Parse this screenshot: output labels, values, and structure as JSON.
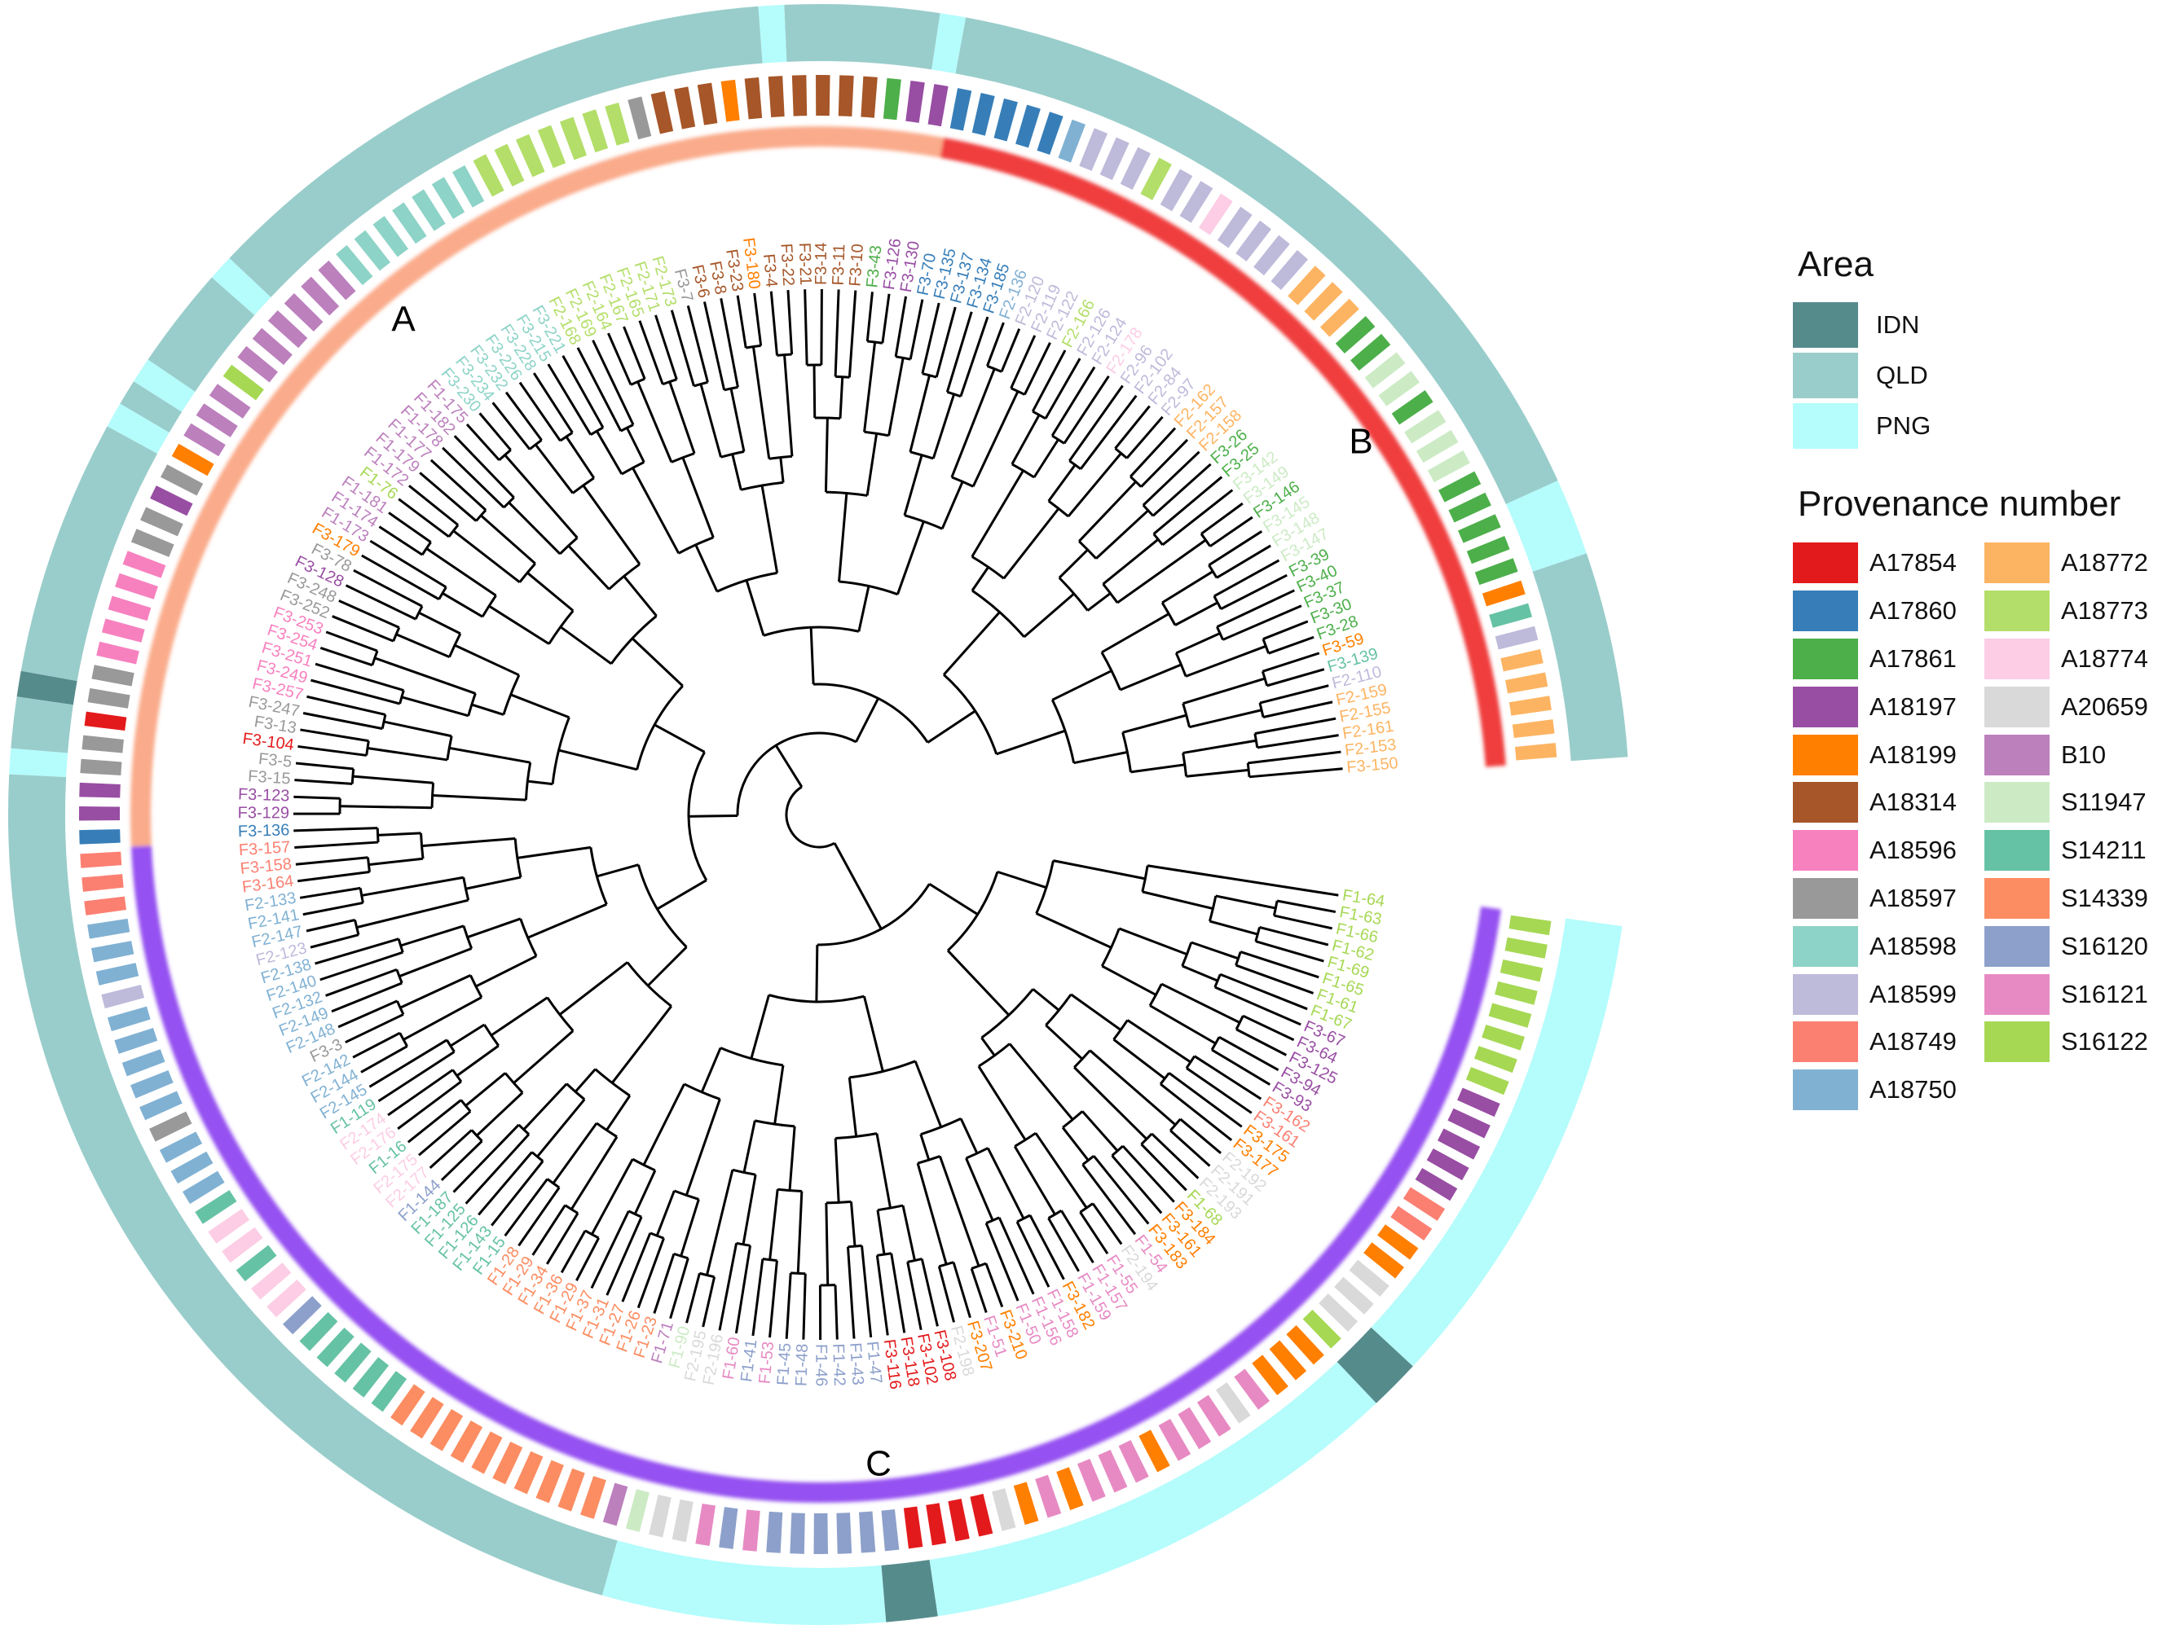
{
  "chart_data": {
    "type": "circular-dendrogram",
    "clades": [
      {
        "name": "A",
        "color": "#f9a27e"
      },
      {
        "name": "B",
        "color": "#ee2a2a"
      },
      {
        "name": "C",
        "color": "#8a3df0"
      }
    ],
    "leaves": [
      {
        "label": "F3-150",
        "prov": "A18772",
        "area": "QLD"
      },
      {
        "label": "F2-153",
        "prov": "A18772",
        "area": "QLD"
      },
      {
        "label": "F2-161",
        "prov": "A18772",
        "area": "QLD"
      },
      {
        "label": "F2-155",
        "prov": "A18772",
        "area": "QLD"
      },
      {
        "label": "F2-159",
        "prov": "A18772",
        "area": "QLD"
      },
      {
        "label": "F2-110",
        "prov": "A18599",
        "area": "QLD"
      },
      {
        "label": "F3-139",
        "prov": "S14211",
        "area": "QLD"
      },
      {
        "label": "F3-59",
        "prov": "A18199",
        "area": "QLD"
      },
      {
        "label": "F3-28",
        "prov": "A17861",
        "area": "PNG"
      },
      {
        "label": "F3-30",
        "prov": "A17861",
        "area": "PNG"
      },
      {
        "label": "F3-37",
        "prov": "A17861",
        "area": "PNG"
      },
      {
        "label": "F3-40",
        "prov": "A17861",
        "area": "QLD"
      },
      {
        "label": "F3-39",
        "prov": "A17861",
        "area": "QLD"
      },
      {
        "label": "F3-147",
        "prov": "S11947",
        "area": "QLD"
      },
      {
        "label": "F3-148",
        "prov": "S11947",
        "area": "QLD"
      },
      {
        "label": "F3-145",
        "prov": "S11947",
        "area": "QLD"
      },
      {
        "label": "F3-146",
        "prov": "A17861",
        "area": "QLD"
      },
      {
        "label": "F3-149",
        "prov": "S11947",
        "area": "QLD"
      },
      {
        "label": "F3-142",
        "prov": "S11947",
        "area": "QLD"
      },
      {
        "label": "F3-25",
        "prov": "A17861",
        "area": "QLD"
      },
      {
        "label": "F3-26",
        "prov": "A17861",
        "area": "QLD"
      },
      {
        "label": "F2-158",
        "prov": "A18772",
        "area": "QLD"
      },
      {
        "label": "F2-157",
        "prov": "A18772",
        "area": "QLD"
      },
      {
        "label": "F2-162",
        "prov": "A18772",
        "area": "QLD"
      },
      {
        "label": "F2-97",
        "prov": "A18599",
        "area": "QLD"
      },
      {
        "label": "F2-84",
        "prov": "A18599",
        "area": "QLD"
      },
      {
        "label": "F2-102",
        "prov": "A18599",
        "area": "QLD"
      },
      {
        "label": "F2-96",
        "prov": "A18599",
        "area": "QLD"
      },
      {
        "label": "F2-178",
        "prov": "A18774",
        "area": "QLD"
      },
      {
        "label": "F2-124",
        "prov": "A18599",
        "area": "QLD"
      },
      {
        "label": "F2-126",
        "prov": "A18599",
        "area": "QLD"
      },
      {
        "label": "F2-166",
        "prov": "A18773",
        "area": "QLD"
      },
      {
        "label": "F2-122",
        "prov": "A18599",
        "area": "QLD"
      },
      {
        "label": "F2-119",
        "prov": "A18599",
        "area": "QLD"
      },
      {
        "label": "F2-120",
        "prov": "A18599",
        "area": "QLD"
      },
      {
        "label": "F2-136",
        "prov": "A18750",
        "area": "QLD"
      },
      {
        "label": "F3-185",
        "prov": "A17860",
        "area": "QLD"
      },
      {
        "label": "F3-134",
        "prov": "A17860",
        "area": "QLD"
      },
      {
        "label": "F3-137",
        "prov": "A17860",
        "area": "QLD"
      },
      {
        "label": "F3-135",
        "prov": "A17860",
        "area": "QLD"
      },
      {
        "label": "F3-70",
        "prov": "A17860",
        "area": "QLD"
      },
      {
        "label": "F3-130",
        "prov": "A18197",
        "area": "PNG"
      },
      {
        "label": "F3-126",
        "prov": "A18197",
        "area": "QLD"
      },
      {
        "label": "F3-43",
        "prov": "A17861",
        "area": "QLD"
      },
      {
        "label": "F3-10",
        "prov": "A18314",
        "area": "QLD"
      },
      {
        "label": "F3-11",
        "prov": "A18314",
        "area": "QLD"
      },
      {
        "label": "F3-14",
        "prov": "A18314",
        "area": "QLD"
      },
      {
        "label": "F3-21",
        "prov": "A18314",
        "area": "QLD"
      },
      {
        "label": "F3-22",
        "prov": "A18314",
        "area": "PNG"
      },
      {
        "label": "F3-4",
        "prov": "A18314",
        "area": "QLD"
      },
      {
        "label": "F3-180",
        "prov": "A18199",
        "area": "QLD"
      },
      {
        "label": "F3-23",
        "prov": "A18314",
        "area": "QLD"
      },
      {
        "label": "F3-8",
        "prov": "A18314",
        "area": "QLD"
      },
      {
        "label": "F3-6",
        "prov": "A18314",
        "area": "QLD"
      },
      {
        "label": "F3-7",
        "prov": "A18597",
        "area": "QLD"
      },
      {
        "label": "F2-173",
        "prov": "A18773",
        "area": "QLD"
      },
      {
        "label": "F2-171",
        "prov": "A18773",
        "area": "QLD"
      },
      {
        "label": "F2-165",
        "prov": "A18773",
        "area": "QLD"
      },
      {
        "label": "F2-167",
        "prov": "A18773",
        "area": "QLD"
      },
      {
        "label": "F2-164",
        "prov": "A18773",
        "area": "QLD"
      },
      {
        "label": "F2-169",
        "prov": "A18773",
        "area": "QLD"
      },
      {
        "label": "F2-168",
        "prov": "A18773",
        "area": "QLD"
      },
      {
        "label": "F3-221",
        "prov": "A18598",
        "area": "QLD"
      },
      {
        "label": "F3-215",
        "prov": "A18598",
        "area": "QLD"
      },
      {
        "label": "F3-228",
        "prov": "A18598",
        "area": "QLD"
      },
      {
        "label": "F3-226",
        "prov": "A18598",
        "area": "QLD"
      },
      {
        "label": "F3-232",
        "prov": "A18598",
        "area": "QLD"
      },
      {
        "label": "F3-234",
        "prov": "A18598",
        "area": "QLD"
      },
      {
        "label": "F3-230",
        "prov": "A18598",
        "area": "QLD"
      },
      {
        "label": "F1-175",
        "prov": "B10",
        "area": "QLD"
      },
      {
        "label": "F1-182",
        "prov": "B10",
        "area": "QLD"
      },
      {
        "label": "F1-178",
        "prov": "B10",
        "area": "QLD"
      },
      {
        "label": "F1-177",
        "prov": "B10",
        "area": "PNG"
      },
      {
        "label": "F1-179",
        "prov": "B10",
        "area": "QLD"
      },
      {
        "label": "F1-172",
        "prov": "B10",
        "area": "QLD"
      },
      {
        "label": "F1-76",
        "prov": "S16122",
        "area": "QLD"
      },
      {
        "label": "F1-181",
        "prov": "B10",
        "area": "QLD"
      },
      {
        "label": "F1-174",
        "prov": "B10",
        "area": "PNG"
      },
      {
        "label": "F1-173",
        "prov": "B10",
        "area": "QLD"
      },
      {
        "label": "F3-179",
        "prov": "A18199",
        "area": "PNG"
      },
      {
        "label": "F3-78",
        "prov": "A18597",
        "area": "QLD"
      },
      {
        "label": "F3-128",
        "prov": "A18197",
        "area": "QLD"
      },
      {
        "label": "F3-248",
        "prov": "A18597",
        "area": "QLD"
      },
      {
        "label": "F3-252",
        "prov": "A18597",
        "area": "QLD"
      },
      {
        "label": "F3-253",
        "prov": "A18596",
        "area": "QLD"
      },
      {
        "label": "F3-254",
        "prov": "A18596",
        "area": "QLD"
      },
      {
        "label": "F3-251",
        "prov": "A18596",
        "area": "QLD"
      },
      {
        "label": "F3-249",
        "prov": "A18596",
        "area": "QLD"
      },
      {
        "label": "F3-257",
        "prov": "A18596",
        "area": "QLD"
      },
      {
        "label": "F3-247",
        "prov": "A18597",
        "area": "QLD"
      },
      {
        "label": "F3-13",
        "prov": "A18597",
        "area": "IDN"
      },
      {
        "label": "F3-104",
        "prov": "A17854",
        "area": "QLD"
      },
      {
        "label": "F3-5",
        "prov": "A18597",
        "area": "QLD"
      },
      {
        "label": "F3-15",
        "prov": "A18597",
        "area": "PNG"
      },
      {
        "label": "F3-123",
        "prov": "A18197",
        "area": "QLD"
      },
      {
        "label": "F3-129",
        "prov": "A18197",
        "area": "QLD"
      },
      {
        "label": "F3-136",
        "prov": "A17860",
        "area": "QLD"
      },
      {
        "label": "F3-157",
        "prov": "A18749",
        "area": "QLD"
      },
      {
        "label": "F3-158",
        "prov": "A18749",
        "area": "QLD"
      },
      {
        "label": "F3-164",
        "prov": "A18749",
        "area": "QLD"
      },
      {
        "label": "F2-133",
        "prov": "A18750",
        "area": "QLD"
      },
      {
        "label": "F2-141",
        "prov": "A18750",
        "area": "QLD"
      },
      {
        "label": "F2-147",
        "prov": "A18750",
        "area": "QLD"
      },
      {
        "label": "F2-123",
        "prov": "A18599",
        "area": "QLD"
      },
      {
        "label": "F2-138",
        "prov": "A18750",
        "area": "QLD"
      },
      {
        "label": "F2-140",
        "prov": "A18750",
        "area": "QLD"
      },
      {
        "label": "F2-132",
        "prov": "A18750",
        "area": "QLD"
      },
      {
        "label": "F2-149",
        "prov": "A18750",
        "area": "QLD"
      },
      {
        "label": "F2-148",
        "prov": "A18750",
        "area": "QLD"
      },
      {
        "label": "F3-3",
        "prov": "A18597",
        "area": "QLD"
      },
      {
        "label": "F2-142",
        "prov": "A18750",
        "area": "QLD"
      },
      {
        "label": "F2-144",
        "prov": "A18750",
        "area": "QLD"
      },
      {
        "label": "F2-145",
        "prov": "A18750",
        "area": "QLD"
      },
      {
        "label": "F1-119",
        "prov": "S14211",
        "area": "QLD"
      },
      {
        "label": "F2-174",
        "prov": "A18774",
        "area": "QLD"
      },
      {
        "label": "F2-176",
        "prov": "A18774",
        "area": "QLD"
      },
      {
        "label": "F1-16",
        "prov": "S14211",
        "area": "QLD"
      },
      {
        "label": "F2-175",
        "prov": "A18774",
        "area": "QLD"
      },
      {
        "label": "F2-177",
        "prov": "A18774",
        "area": "QLD"
      },
      {
        "label": "F1-144",
        "prov": "S16120",
        "area": "QLD"
      },
      {
        "label": "F1-187",
        "prov": "S14211",
        "area": "QLD"
      },
      {
        "label": "F1-125",
        "prov": "S14211",
        "area": "QLD"
      },
      {
        "label": "F1-126",
        "prov": "S14211",
        "area": "QLD"
      },
      {
        "label": "F1-143",
        "prov": "S14211",
        "area": "QLD"
      },
      {
        "label": "F1-15",
        "prov": "S14211",
        "area": "QLD"
      },
      {
        "label": "F1-28",
        "prov": "S14339",
        "area": "QLD"
      },
      {
        "label": "F1-29",
        "prov": "S14339",
        "area": "QLD"
      },
      {
        "label": "F1-34",
        "prov": "S14339",
        "area": "QLD"
      },
      {
        "label": "F1-36",
        "prov": "S14339",
        "area": "QLD"
      },
      {
        "label": "F1-29",
        "prov": "S14339",
        "area": "QLD"
      },
      {
        "label": "F1-37",
        "prov": "S14339",
        "area": "QLD"
      },
      {
        "label": "F1-31",
        "prov": "S14339",
        "area": "QLD"
      },
      {
        "label": "F1-27",
        "prov": "S14339",
        "area": "QLD"
      },
      {
        "label": "F1-26",
        "prov": "S14339",
        "area": "QLD"
      },
      {
        "label": "F1-23",
        "prov": "S14339",
        "area": "QLD"
      },
      {
        "label": "F1-71",
        "prov": "B10",
        "area": "QLD"
      },
      {
        "label": "F1-90",
        "prov": "S11947",
        "area": "PNG"
      },
      {
        "label": "F2-195",
        "prov": "A20659",
        "area": "PNG"
      },
      {
        "label": "F2-196",
        "prov": "A20659",
        "area": "PNG"
      },
      {
        "label": "F1-60",
        "prov": "S16121",
        "area": "PNG"
      },
      {
        "label": "F1-41",
        "prov": "S16120",
        "area": "PNG"
      },
      {
        "label": "F1-53",
        "prov": "S16121",
        "area": "PNG"
      },
      {
        "label": "F1-45",
        "prov": "S16120",
        "area": "PNG"
      },
      {
        "label": "F1-48",
        "prov": "S16120",
        "area": "PNG"
      },
      {
        "label": "F1-46",
        "prov": "S16120",
        "area": "PNG"
      },
      {
        "label": "F1-42",
        "prov": "S16120",
        "area": "PNG"
      },
      {
        "label": "F1-43",
        "prov": "S16120",
        "area": "PNG"
      },
      {
        "label": "F1-47",
        "prov": "S16120",
        "area": "IDN"
      },
      {
        "label": "F3-116",
        "prov": "A17854",
        "area": "IDN"
      },
      {
        "label": "F3-118",
        "prov": "A17854",
        "area": "PNG"
      },
      {
        "label": "F3-102",
        "prov": "A17854",
        "area": "PNG"
      },
      {
        "label": "F3-108",
        "prov": "A17854",
        "area": "PNG"
      },
      {
        "label": "F2-198",
        "prov": "A20659",
        "area": "PNG"
      },
      {
        "label": "F3-207",
        "prov": "A18199",
        "area": "PNG"
      },
      {
        "label": "F1-51",
        "prov": "S16121",
        "area": "PNG"
      },
      {
        "label": "F3-210",
        "prov": "A18199",
        "area": "PNG"
      },
      {
        "label": "F1-50",
        "prov": "S16121",
        "area": "PNG"
      },
      {
        "label": "F1-156",
        "prov": "S16121",
        "area": "PNG"
      },
      {
        "label": "F1-158",
        "prov": "S16121",
        "area": "PNG"
      },
      {
        "label": "F3-182",
        "prov": "A18199",
        "area": "PNG"
      },
      {
        "label": "F1-159",
        "prov": "S16121",
        "area": "PNG"
      },
      {
        "label": "F1-157",
        "prov": "S16121",
        "area": "PNG"
      },
      {
        "label": "F1-55",
        "prov": "S16121",
        "area": "PNG"
      },
      {
        "label": "F2-194",
        "prov": "A20659",
        "area": "PNG"
      },
      {
        "label": "F1-54",
        "prov": "S16121",
        "area": "PNG"
      },
      {
        "label": "F3-183",
        "prov": "A18199",
        "area": "PNG"
      },
      {
        "label": "F3-161",
        "prov": "A18199",
        "area": "PNG"
      },
      {
        "label": "F3-184",
        "prov": "A18199",
        "area": "PNG"
      },
      {
        "label": "F1-68",
        "prov": "S16122",
        "area": "IDN"
      },
      {
        "label": "F2-193",
        "prov": "A20659",
        "area": "IDN"
      },
      {
        "label": "F2-191",
        "prov": "A20659",
        "area": "PNG"
      },
      {
        "label": "F2-192",
        "prov": "A20659",
        "area": "PNG"
      },
      {
        "label": "F3-177",
        "prov": "A18199",
        "area": "PNG"
      },
      {
        "label": "F3-175",
        "prov": "A18199",
        "area": "PNG"
      },
      {
        "label": "F3-161",
        "prov": "A18749",
        "area": "PNG"
      },
      {
        "label": "F3-162",
        "prov": "A18749",
        "area": "PNG"
      },
      {
        "label": "F3-93",
        "prov": "A18197",
        "area": "PNG"
      },
      {
        "label": "F3-94",
        "prov": "A18197",
        "area": "PNG"
      },
      {
        "label": "F3-125",
        "prov": "A18197",
        "area": "PNG"
      },
      {
        "label": "F3-64",
        "prov": "A18197",
        "area": "PNG"
      },
      {
        "label": "F3-67",
        "prov": "A18197",
        "area": "PNG"
      },
      {
        "label": "F1-67",
        "prov": "S16122",
        "area": "PNG"
      },
      {
        "label": "F1-61",
        "prov": "S16122",
        "area": "PNG"
      },
      {
        "label": "F1-65",
        "prov": "S16122",
        "area": "PNG"
      },
      {
        "label": "F1-69",
        "prov": "S16122",
        "area": "PNG"
      },
      {
        "label": "F1-62",
        "prov": "S16122",
        "area": "PNG"
      },
      {
        "label": "F1-66",
        "prov": "S16122",
        "area": "PNG"
      },
      {
        "label": "F1-63",
        "prov": "S16122",
        "area": "PNG"
      },
      {
        "label": "F1-64",
        "prov": "S16122",
        "area": "PNG"
      }
    ]
  },
  "legend": {
    "area_title": "Area",
    "area_items": [
      {
        "label": "IDN",
        "color": "#568b8c"
      },
      {
        "label": "QLD",
        "color": "#99cdcb"
      },
      {
        "label": "PNG",
        "color": "#b5fcfc"
      }
    ],
    "prov_title": "Provenance number",
    "prov_items": [
      {
        "label": "A17854",
        "color": "#e31a1c"
      },
      {
        "label": "A17860",
        "color": "#377eb8"
      },
      {
        "label": "A17861",
        "color": "#4daf4a"
      },
      {
        "label": "A18197",
        "color": "#984ea3"
      },
      {
        "label": "A18199",
        "color": "#ff7f00"
      },
      {
        "label": "A18314",
        "color": "#a65628"
      },
      {
        "label": "A18596",
        "color": "#f781bf"
      },
      {
        "label": "A18597",
        "color": "#999999"
      },
      {
        "label": "A18598",
        "color": "#8dd3c7"
      },
      {
        "label": "A18599",
        "color": "#bebada"
      },
      {
        "label": "A18749",
        "color": "#fb8072"
      },
      {
        "label": "A18750",
        "color": "#80b1d3"
      },
      {
        "label": "A18772",
        "color": "#fdb462"
      },
      {
        "label": "A18773",
        "color": "#b3de69"
      },
      {
        "label": "A18774",
        "color": "#fccde5"
      },
      {
        "label": "A20659",
        "color": "#d9d9d9"
      },
      {
        "label": "B10",
        "color": "#bc80bd"
      },
      {
        "label": "S11947",
        "color": "#ccebc5"
      },
      {
        "label": "S14211",
        "color": "#66c2a5"
      },
      {
        "label": "S14339",
        "color": "#fc8d62"
      },
      {
        "label": "S16120",
        "color": "#8da0cb"
      },
      {
        "label": "S16121",
        "color": "#e78ac3"
      },
      {
        "label": "S16122",
        "color": "#a6d854"
      }
    ]
  }
}
